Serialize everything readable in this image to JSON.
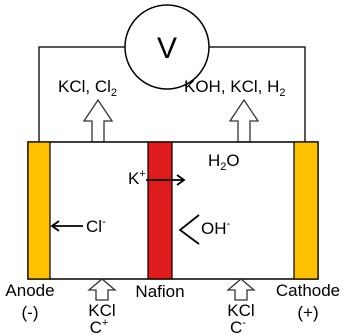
{
  "voltmeter": {
    "symbol": "V"
  },
  "outlets": {
    "anode": {
      "main": "KCl, Cl",
      "sub": "2"
    },
    "cathode": {
      "main": "KOH, KCl, H",
      "sub": "2"
    }
  },
  "ions": {
    "potassium": {
      "main": "K",
      "sup": "+"
    },
    "water": {
      "main": "H",
      "sub": "2",
      "tail": "O"
    },
    "chloride": {
      "main": "Cl",
      "sup": "-"
    },
    "hydroxide": {
      "main": "OH",
      "sup": "-"
    }
  },
  "electrodes": {
    "anode": {
      "name": "Anode",
      "polarity": "(-)"
    },
    "membrane": {
      "name": "Nafion"
    },
    "cathode": {
      "name": "Cathode",
      "polarity": "(+)"
    }
  },
  "inlets": {
    "anode": {
      "main": "KCl",
      "code": "C",
      "sup": "+"
    },
    "cathode": {
      "main": "KCl",
      "code": "C",
      "sup": "-"
    }
  },
  "colors": {
    "electrode": "#FFC000",
    "membrane": "#E01B1B",
    "outline": "#000000",
    "wire": "#222222"
  }
}
